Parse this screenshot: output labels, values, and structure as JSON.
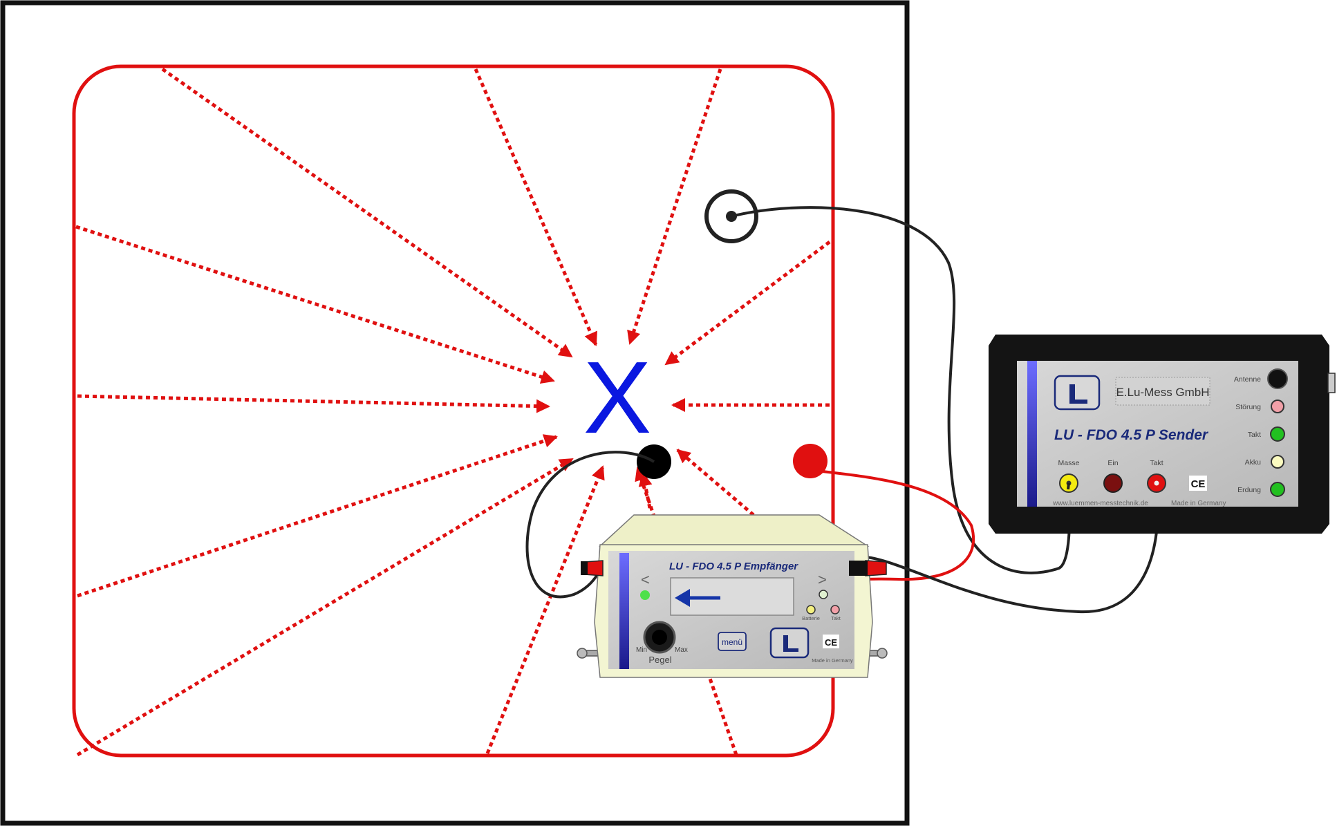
{
  "leak_marker": "X",
  "sender": {
    "company": "E.Lu-Mess GmbH",
    "title": "LU - FDO 4.5 P  Sender",
    "indicators": [
      {
        "label": "Antenne",
        "color": "#111111"
      },
      {
        "label": "Störung",
        "color": "#f2a0a8"
      },
      {
        "label": "Takt",
        "color": "#22c020"
      },
      {
        "label": "Akku",
        "color": "#fbfbc0"
      },
      {
        "label": "Erdung",
        "color": "#22c020"
      }
    ],
    "sockets": [
      {
        "label": "Masse",
        "color": "#f4ea10"
      },
      {
        "label": "Ein",
        "color": "#7a1010"
      },
      {
        "label": "Takt",
        "color": "#e01010"
      }
    ],
    "website": "www.luemmen-messtechnik.de",
    "made_in": "Made in Germany",
    "ce": "CE"
  },
  "receiver": {
    "title": "LU - FDO 4.5 P  Empfänger",
    "nav_left": "<",
    "nav_right": ">",
    "menu_label": "menü",
    "knob_min": "Min",
    "knob_max": "Max",
    "knob_label": "Pegel",
    "led_batterie": "Batterie",
    "led_takt": "Takt",
    "made_in": "Made in Germany",
    "ce": "CE"
  },
  "colors": {
    "wire_red": "#e01010",
    "marker_blue": "#0a18e0",
    "case_dark": "#141414",
    "panel_gray": "#c9c9c9",
    "receiver_case": "#f3f5d2"
  }
}
